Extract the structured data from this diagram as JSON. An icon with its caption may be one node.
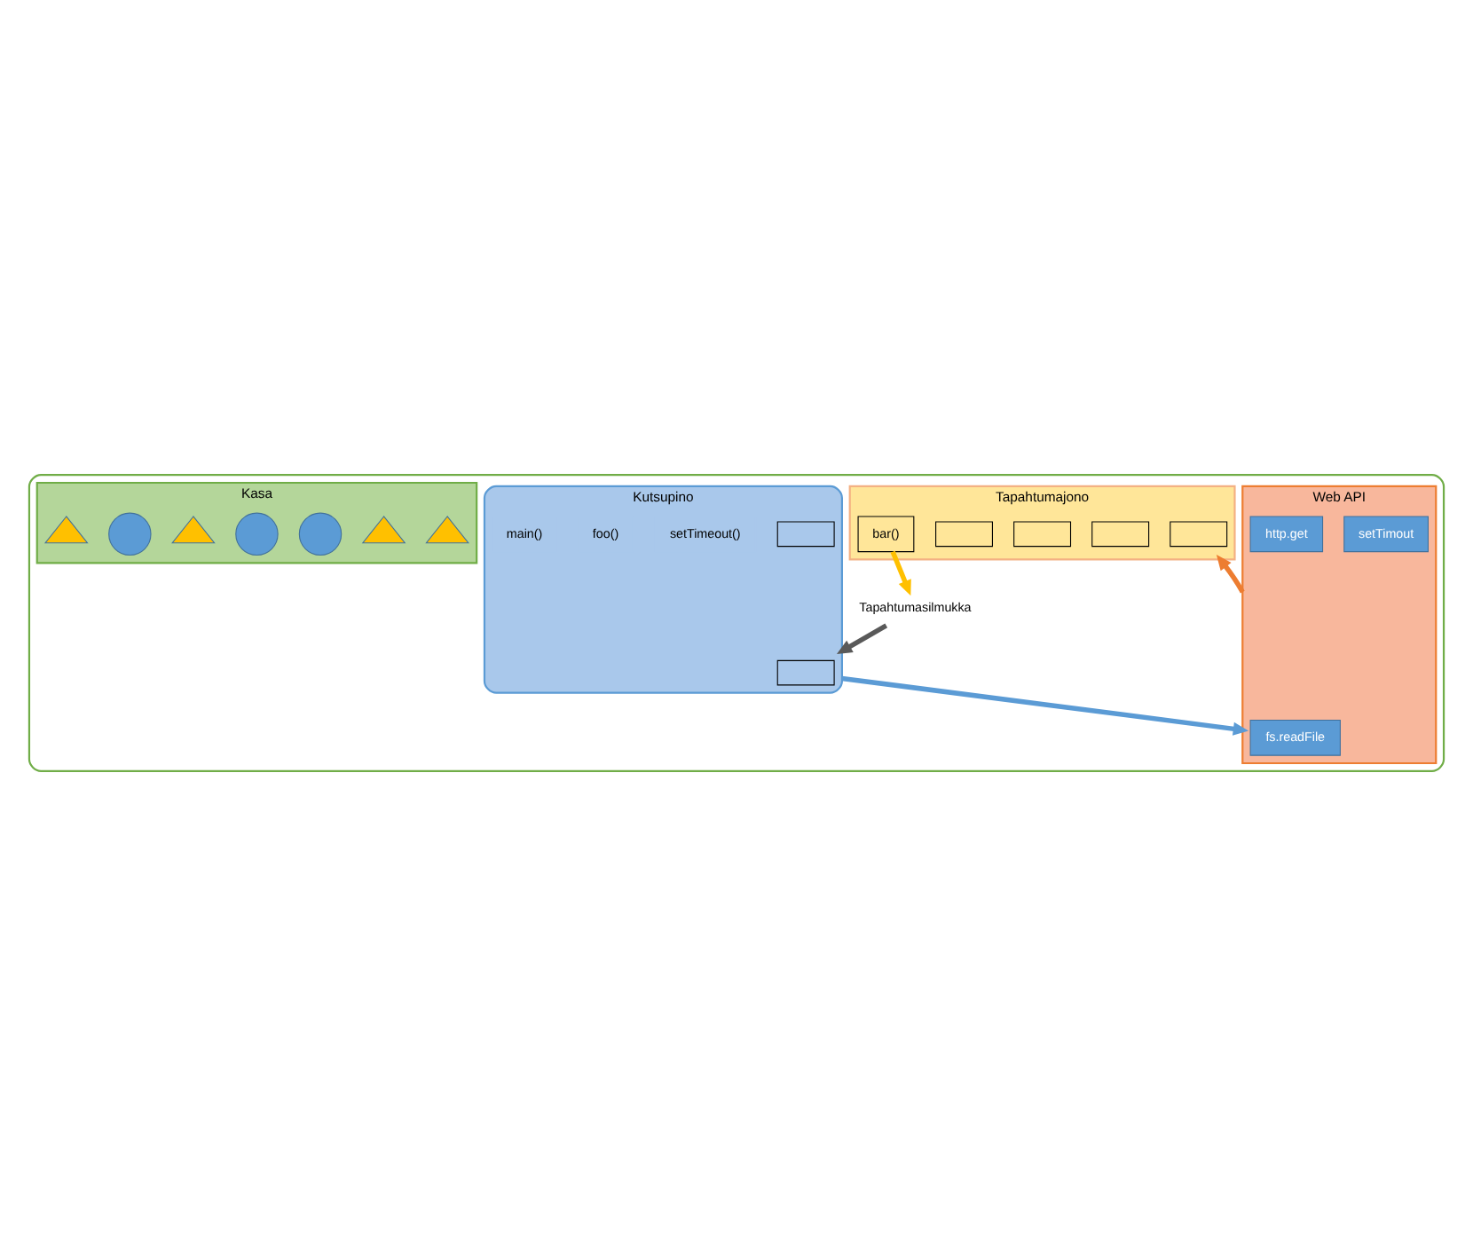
{
  "diagram": {
    "nodes": [
      {
        "text": [],
        "shape": "box"
      },
      {
        "text": [
          "Tapahtumajono"
        ],
        "in": 0
      },
      {
        "text": [],
        "shape": "box",
        "in": 1
      },
      {
        "text": [],
        "shape": "box",
        "in": 1
      },
      {
        "text": [],
        "shape": "box",
        "in": 1
      },
      {
        "text": [],
        "shape": "box",
        "in": 1
      },
      {
        "text": [
          "bar()"
        ],
        "in": 1
      },
      {
        "text": [
          "Tapahtumasilmukka"
        ],
        "in": 0
      },
      {
        "text": [
          "Web API"
        ],
        "in": 0
      },
      {
        "text": [
          "fs.readFile"
        ],
        "in": 8
      },
      {
        "text": [
          "setTimout"
        ],
        "in": 8
      },
      {
        "text": [
          "http.get"
        ],
        "in": 8
      },
      {
        "text": [
          "Kutsupino"
        ],
        "in": 0
      },
      {
        "text": [],
        "shape": "box",
        "in": 12
      },
      {
        "text": [],
        "shape": "box",
        "in": 12
      },
      {
        "text": [
          "setTimeout()"
        ],
        "in": 12
      },
      {
        "text": [
          "foo()"
        ],
        "in": 12
      },
      {
        "text": [
          "main()"
        ],
        "in": 12
      },
      {
        "text": [
          "Kasa"
        ],
        "in": 0
      },
      {
        "text": [],
        "shape": "triangle",
        "in": 18
      },
      {
        "text": [],
        "shape": "triangle",
        "in": 18
      },
      {
        "text": [],
        "shape": "circle",
        "in": 18
      },
      {
        "text": [],
        "shape": "circle",
        "in": 18
      },
      {
        "text": [],
        "shape": "triangle",
        "in": 18
      },
      {
        "text": [],
        "shape": "circle",
        "in": 18
      },
      {
        "text": [],
        "shape": "triangle",
        "in": 18
      }
    ],
    "edges": [
      {
        "from": 8,
        "to": 1,
        "arrow": "to",
        "color": "#ed7d31"
      },
      {
        "from": 6,
        "to": 7,
        "arrow": "to",
        "color": "#ffc000"
      },
      {
        "from": 7,
        "to": 12,
        "arrow": "to",
        "color": "#595959"
      },
      {
        "from": 12,
        "to": 8,
        "arrow": "to",
        "color": "#5b9bd5"
      }
    ]
  }
}
